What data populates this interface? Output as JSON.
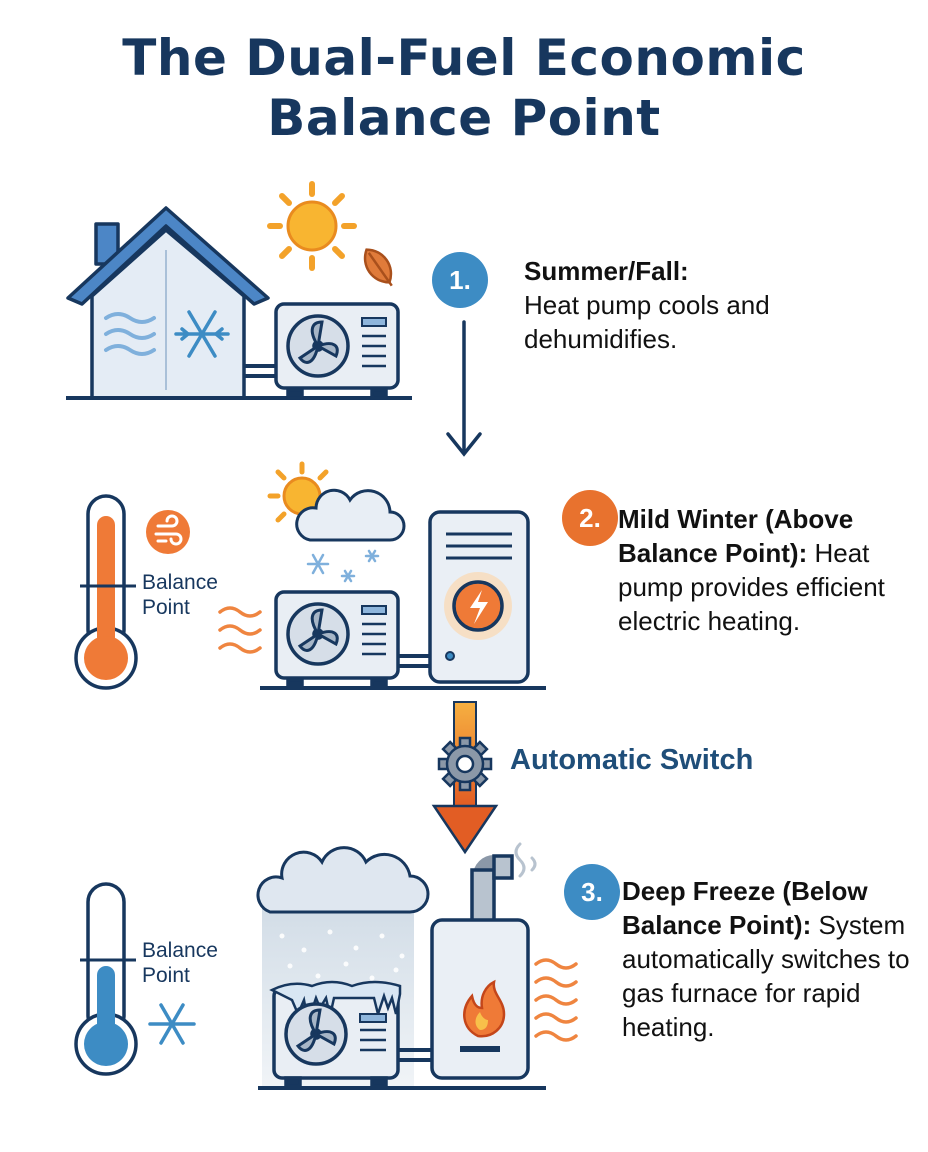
{
  "title": {
    "line1": "The Dual-Fuel Economic",
    "line2": "Balance Point"
  },
  "steps": [
    {
      "number": "1.",
      "heading": "Summer/Fall:",
      "body": "Heat pump cools and dehumidifies.",
      "color": "#3d8cc4"
    },
    {
      "number": "2.",
      "heading": "Mild Winter (Above Balance Point):",
      "body": "Heat pump provides efficient electric heating.",
      "color": "#e8722e"
    },
    {
      "number": "3.",
      "heading": "Deep Freeze (Below Balance Point):",
      "body": "System automatically switches to gas furnace for rapid heating.",
      "color": "#3d8cc4"
    }
  ],
  "balance_point_label": "Balance Point",
  "switch_label": "Automatic Switch",
  "colors": {
    "navy": "#17375e",
    "blue_accent": "#3d8cc4",
    "orange_accent": "#e8722e"
  }
}
